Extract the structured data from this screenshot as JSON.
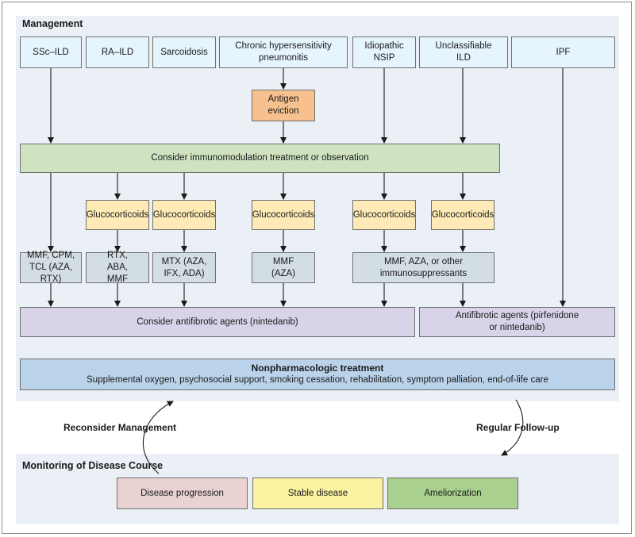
{
  "management": {
    "title": "Management",
    "diseases": [
      "SSc–ILD",
      "RA–ILD",
      "Sarcoidosis",
      "Chronic hypersensitivity pneumonitis",
      "Idiopathic NSIP",
      "Unclassifiable ILD",
      "IPF"
    ],
    "antigen_eviction": "Antigen eviction",
    "immunomodulation": "Consider immunomodulation treatment or observation",
    "glucocorticoids": "Glucocorticoids",
    "drugs": {
      "ssc": "MMF, CPM, TCL (AZA, RTX)",
      "ra": "RTX, ABA, MMF",
      "sarc": "MTX (AZA, IFX, ADA)",
      "chp": "MMF (AZA)",
      "nsip_unclass": "MMF, AZA, or other immunosuppressants"
    },
    "antifibrotic_consider": "Consider antifibrotic agents (nintedanib)",
    "antifibrotic_ipf": "Antifibrotic agents (pirfenidone or nintedanib)",
    "nonpharm_title": "Nonpharmacologic treatment",
    "nonpharm_text": "Supplemental oxygen, psychosocial support, smoking cessation, rehabilitation, symptom palliation, end-of-life care"
  },
  "cycle": {
    "reconsider": "Reconsider Management",
    "followup": "Regular Follow-up"
  },
  "monitoring": {
    "title": "Monitoring of Disease Course",
    "progression": "Disease progression",
    "stable": "Stable disease",
    "amelioration": "Ameliorization"
  },
  "colors": {
    "panel": "#eaf0f6",
    "disease": "#e6f4fd",
    "antigen": "#f7c18f",
    "immunomodulation": "#cfe3c1",
    "glucocorticoids": "#fdeab6",
    "drugs": "#d3dde4",
    "antifibrotic": "#d9d3e9",
    "nonpharmacologic": "#bad3ea",
    "progression": "#e8d2d2",
    "stable": "#fbf3a1",
    "amelioration": "#a9d08e"
  }
}
